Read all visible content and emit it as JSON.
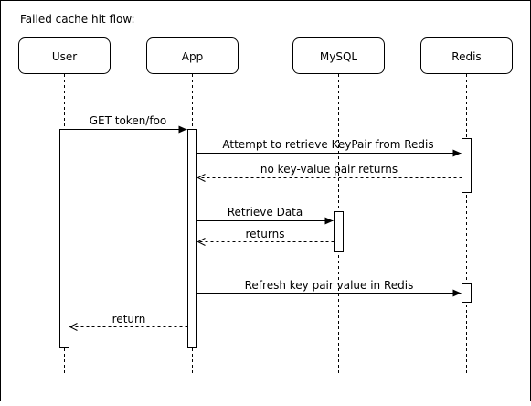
{
  "title": "Failed cache hit flow:",
  "participants": [
    {
      "id": "user",
      "label": "User"
    },
    {
      "id": "app",
      "label": "App"
    },
    {
      "id": "mysql",
      "label": "MySQL"
    },
    {
      "id": "redis",
      "label": "Redis"
    }
  ],
  "messages": [
    {
      "from": "User",
      "to": "App",
      "label": "GET token/foo",
      "style": "solid"
    },
    {
      "from": "App",
      "to": "Redis",
      "label": "Attempt to retrieve KeyPair from Redis",
      "style": "solid"
    },
    {
      "from": "Redis",
      "to": "App",
      "label": "no key-value pair returns",
      "style": "dashed"
    },
    {
      "from": "App",
      "to": "MySQL",
      "label": "Retrieve Data",
      "style": "solid"
    },
    {
      "from": "MySQL",
      "to": "App",
      "label": "returns",
      "style": "dashed"
    },
    {
      "from": "App",
      "to": "Redis",
      "label": "Refresh key pair value in Redis",
      "style": "solid"
    },
    {
      "from": "App",
      "to": "User",
      "label": "return",
      "style": "dashed"
    }
  ],
  "colors": {
    "border": "#000000",
    "background": "#ffffff",
    "dashed_line": "#555555"
  }
}
